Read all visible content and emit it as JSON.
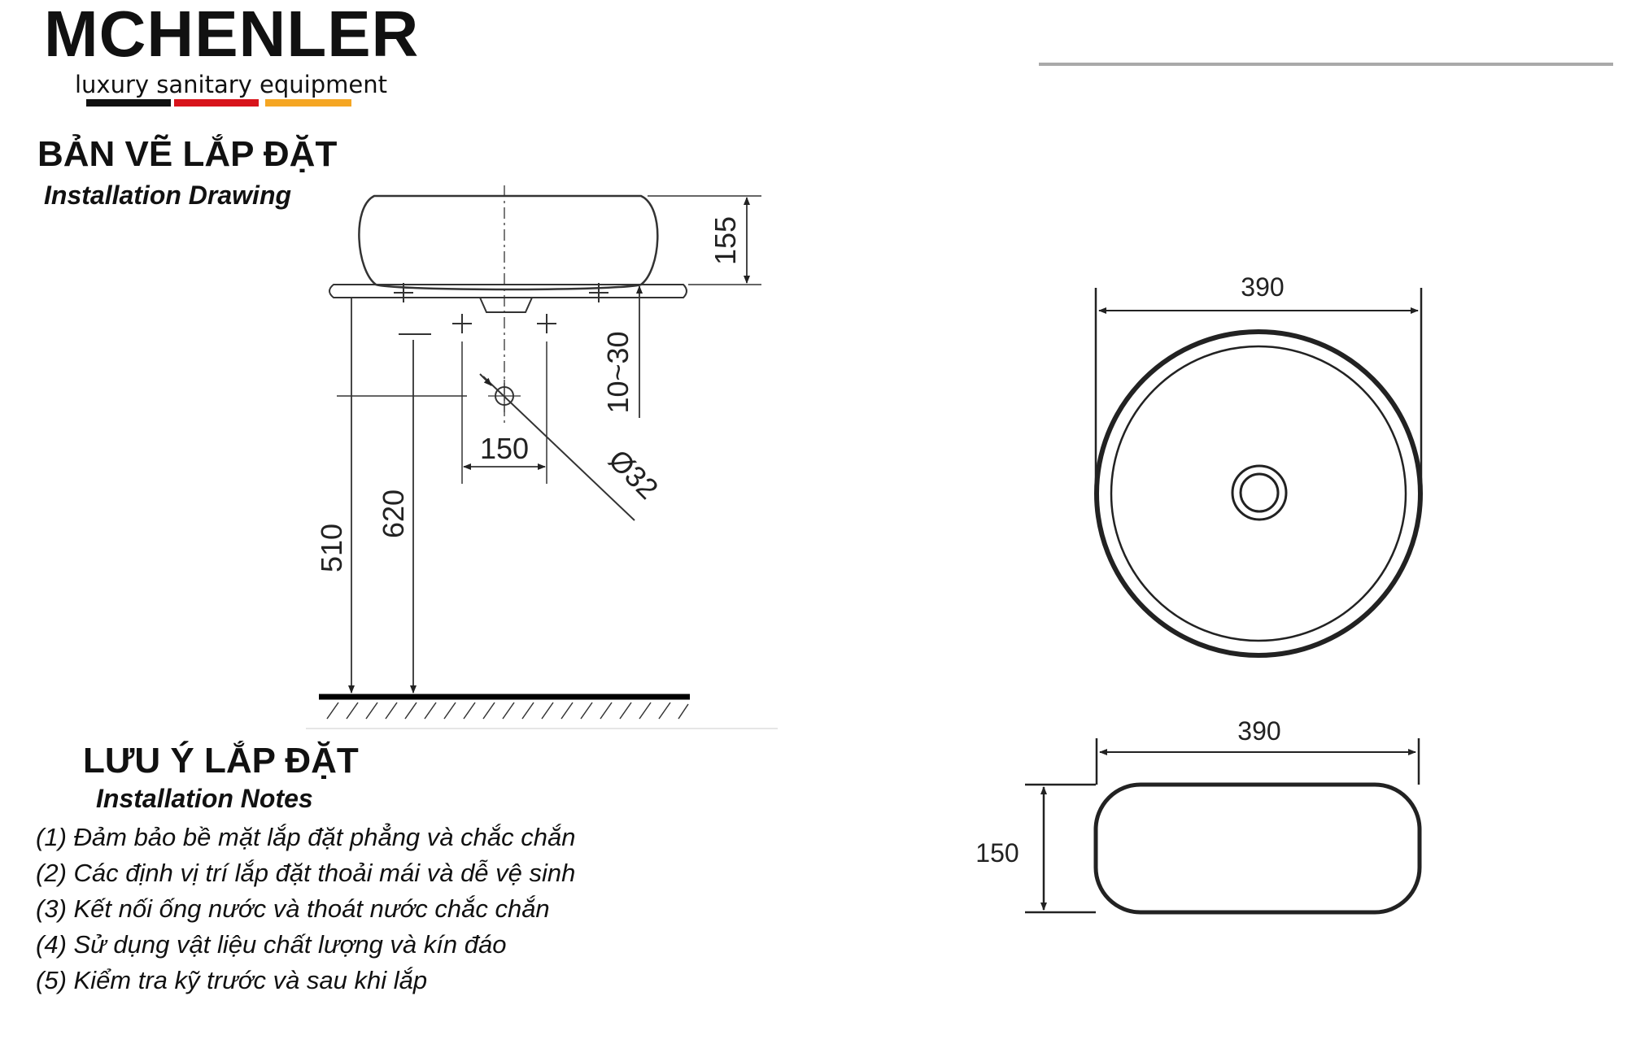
{
  "brand": {
    "name": "MCHENLER",
    "tagline": "luxury sanitary equipment",
    "flag_colors": [
      "#111111",
      "#d8141b",
      "#f5a623"
    ]
  },
  "drawing_section": {
    "title": "BẢN VẼ LẮP ĐẶT",
    "subtitle": "Installation Drawing"
  },
  "side_view": {
    "basin_height": "155",
    "drain_gap": "10~30",
    "tap_spacing": "150",
    "drain_diameter": "Ø32",
    "counter_height": "510",
    "drain_outlet_height": "620"
  },
  "top_view": {
    "width": "390"
  },
  "front_view": {
    "width": "390",
    "height": "150"
  },
  "notes_section": {
    "title": "LƯU Ý LẮP ĐẶT",
    "subtitle": "Installation Notes",
    "items": [
      "(1) Đảm bảo bề mặt lắp đặt phẳng và chắc chắn",
      "(2) Các định vị trí lắp đặt thoải mái và dễ vệ sinh",
      "(3) Kết nối ống nước và thoát nước chắc chắn",
      "(4) Sử dụng vật liệu chất lượng và kín đáo",
      "(5) Kiểm tra kỹ trước và sau khi lắp"
    ]
  }
}
